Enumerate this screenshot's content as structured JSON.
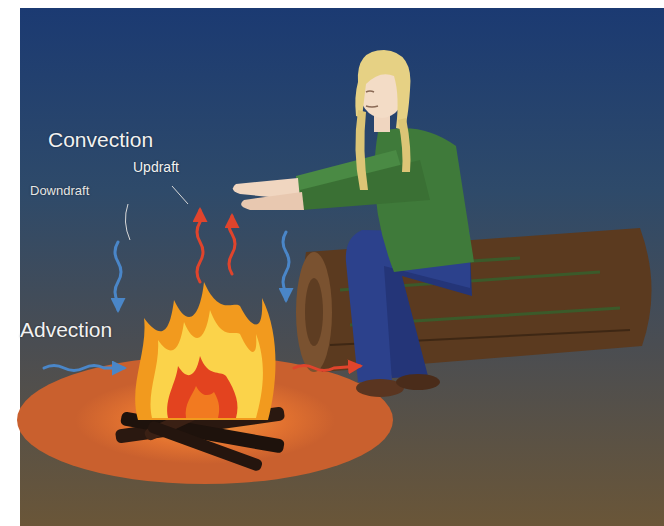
{
  "diagram": {
    "labels": [
      "Convection",
      "Downdraft",
      "Updraft",
      "Advection"
    ]
  }
}
